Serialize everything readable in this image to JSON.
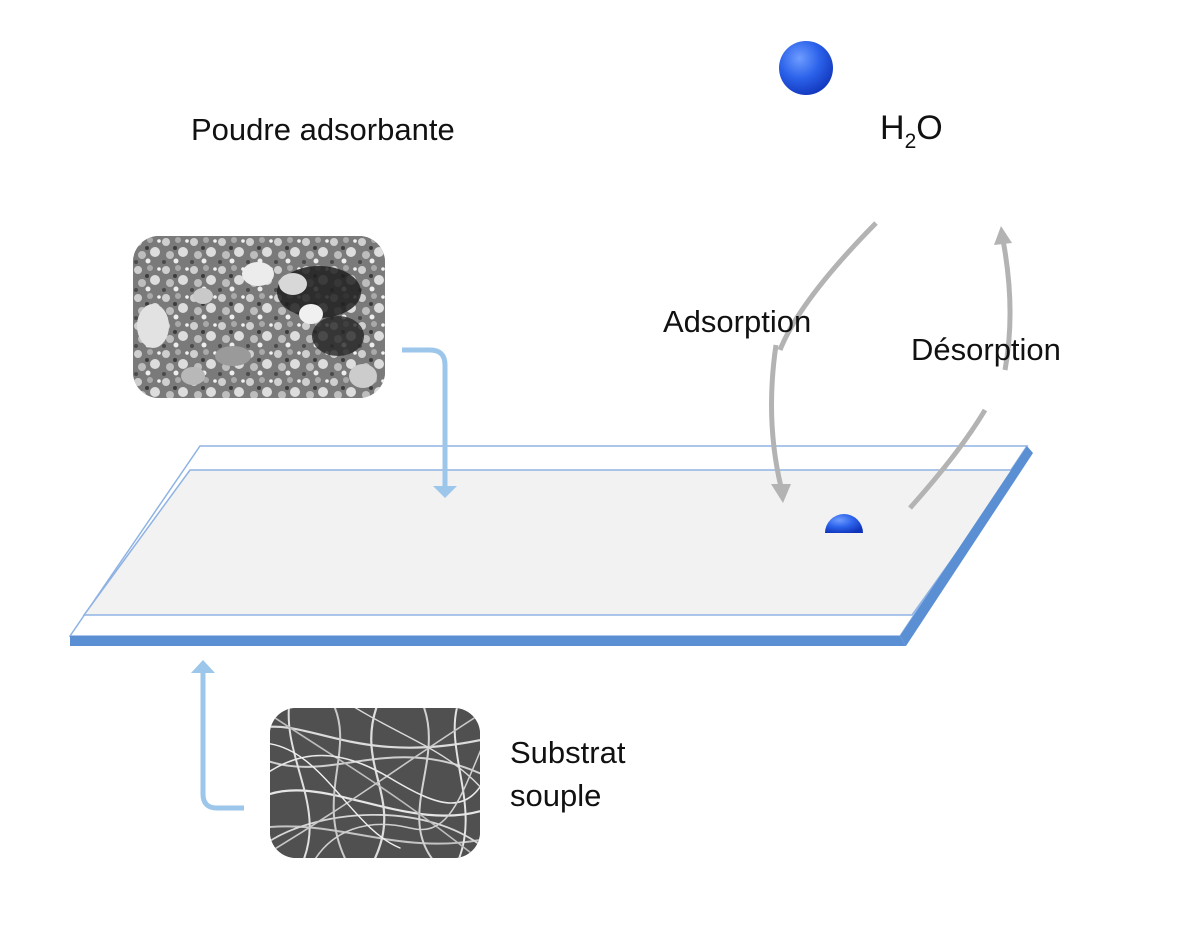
{
  "labels": {
    "powder": "Poudre adsorbante",
    "water_main": "H",
    "water_sub": "2",
    "water_end": "O",
    "adsorption": "Adsorption",
    "desorption": "Désorption",
    "substrate_line1": "Substrat",
    "substrate_line2": "souple"
  },
  "colors": {
    "arrow_blue": "#9cc6ea",
    "plate_edge": "#5b8fd4",
    "plate_fill": "#f2f2f2",
    "process_arrow": "#b3b3b3",
    "molecule": "#1f55e0"
  }
}
